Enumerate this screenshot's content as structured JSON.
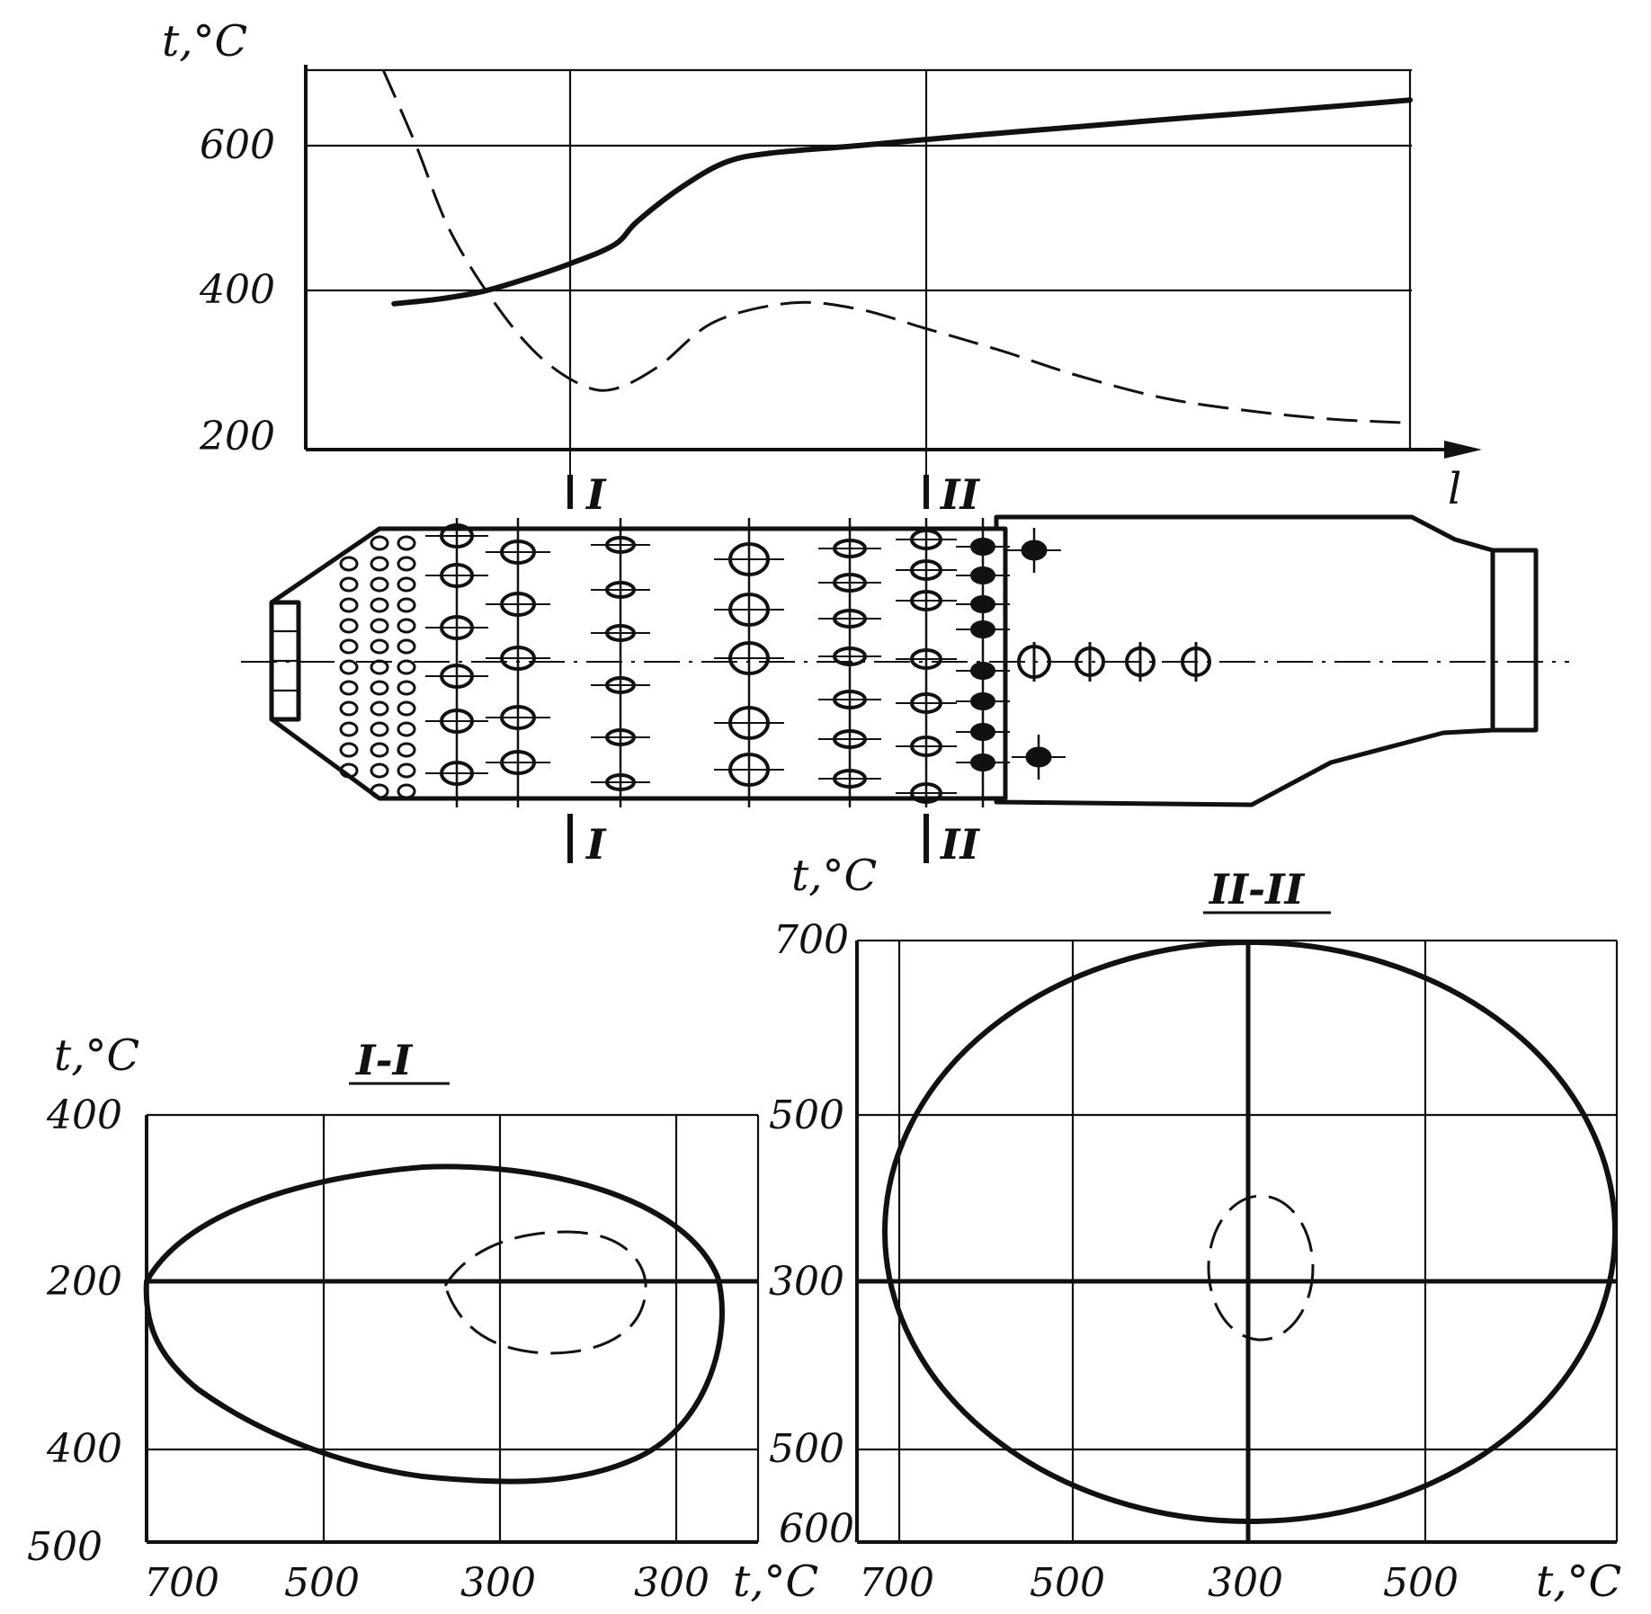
{
  "top_chart": {
    "y_title": "t,°C",
    "x_title": "l",
    "y_ticks": [
      "200",
      "400",
      "600"
    ],
    "section_I_label": "I",
    "section_II_label": "II"
  },
  "section_I": {
    "title": "I-I",
    "y_title": "t,°C",
    "x_title": "t,°C",
    "y_ticks": [
      "400",
      "200",
      "400",
      "500"
    ],
    "x_ticks": [
      "700",
      "500",
      "300",
      "300"
    ]
  },
  "section_II": {
    "title": "II-II",
    "y_title": "t,°C",
    "x_title": "t,°C",
    "y_ticks": [
      "700",
      "500",
      "300",
      "500",
      "600"
    ],
    "x_ticks": [
      "700",
      "500",
      "300",
      "500"
    ]
  },
  "chart_data": [
    {
      "type": "line",
      "panel": "top",
      "ylim": [
        200,
        700
      ],
      "y_ticks": [
        200,
        400,
        600
      ],
      "series": [
        {
          "style": "solid",
          "x": [
            0.08,
            0.12,
            0.16,
            0.2,
            0.24,
            0.28,
            0.3,
            0.34,
            0.38,
            0.42,
            0.5,
            0.6,
            0.7,
            0.8,
            0.9,
            1.0
          ],
          "y": [
            392,
            398,
            408,
            425,
            445,
            470,
            500,
            545,
            578,
            590,
            600,
            613,
            625,
            637,
            648,
            660
          ]
        },
        {
          "style": "dashed",
          "x": [
            0.07,
            0.1,
            0.13,
            0.17,
            0.21,
            0.25,
            0.28,
            0.32,
            0.37,
            0.44,
            0.5,
            0.56,
            0.63,
            0.7,
            0.78,
            0.86,
            0.93,
            1.0
          ],
          "y": [
            700,
            600,
            490,
            395,
            325,
            285,
            280,
            310,
            368,
            393,
            385,
            360,
            330,
            297,
            267,
            250,
            240,
            235
          ]
        }
      ]
    },
    {
      "type": "line",
      "panel": "I-I",
      "series": [
        {
          "style": "solid",
          "shape": "closed-loop"
        },
        {
          "style": "dashed",
          "shape": "closed-loop"
        }
      ]
    },
    {
      "type": "line",
      "panel": "II-II",
      "series": [
        {
          "style": "solid",
          "shape": "closed-loop"
        },
        {
          "style": "dashed",
          "shape": "closed-loop"
        }
      ]
    }
  ]
}
